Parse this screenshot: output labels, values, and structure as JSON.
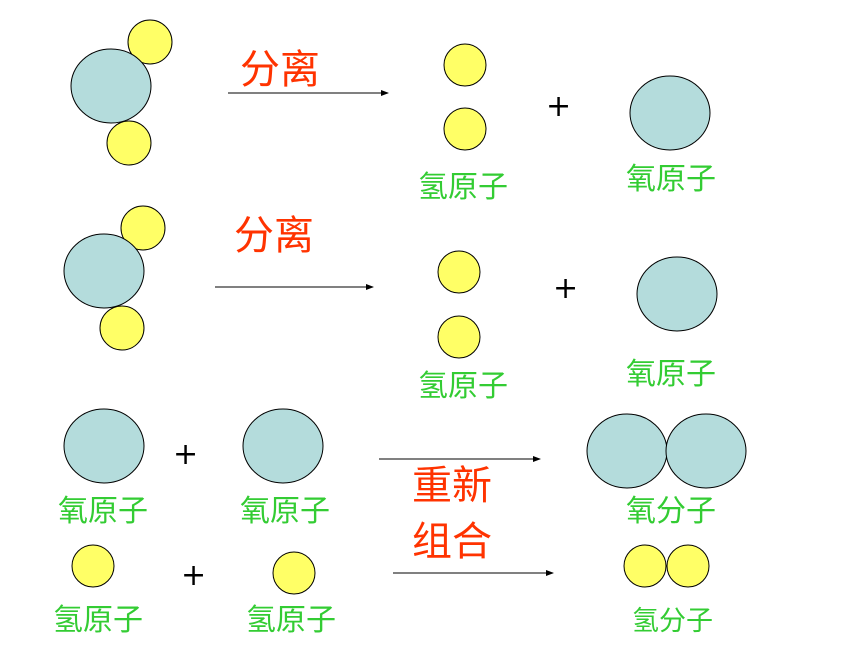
{
  "colors": {
    "oxygen_fill": "#b4dcdc",
    "hydrogen_fill": "#ffff66",
    "outline": "#000000",
    "label_green": "#33cc33",
    "label_red": "#ff3300"
  },
  "row1": {
    "arrow_label": "分离",
    "hydrogen_label": "氢原子",
    "plus": "+",
    "oxygen_label": "氧原子"
  },
  "row2": {
    "arrow_label": "分离",
    "hydrogen_label": "氢原子",
    "plus": "+",
    "oxygen_label": "氧原子"
  },
  "row3": {
    "left_label": "氧原子",
    "plus": "+",
    "right_label": "氧原子",
    "product_label": "氧分子"
  },
  "row4": {
    "left_label": "氢原子",
    "plus": "+",
    "right_label": "氢原子",
    "product_label": "氢分子"
  },
  "recombine_label_line1": "重新",
  "recombine_label_line2": "组合"
}
